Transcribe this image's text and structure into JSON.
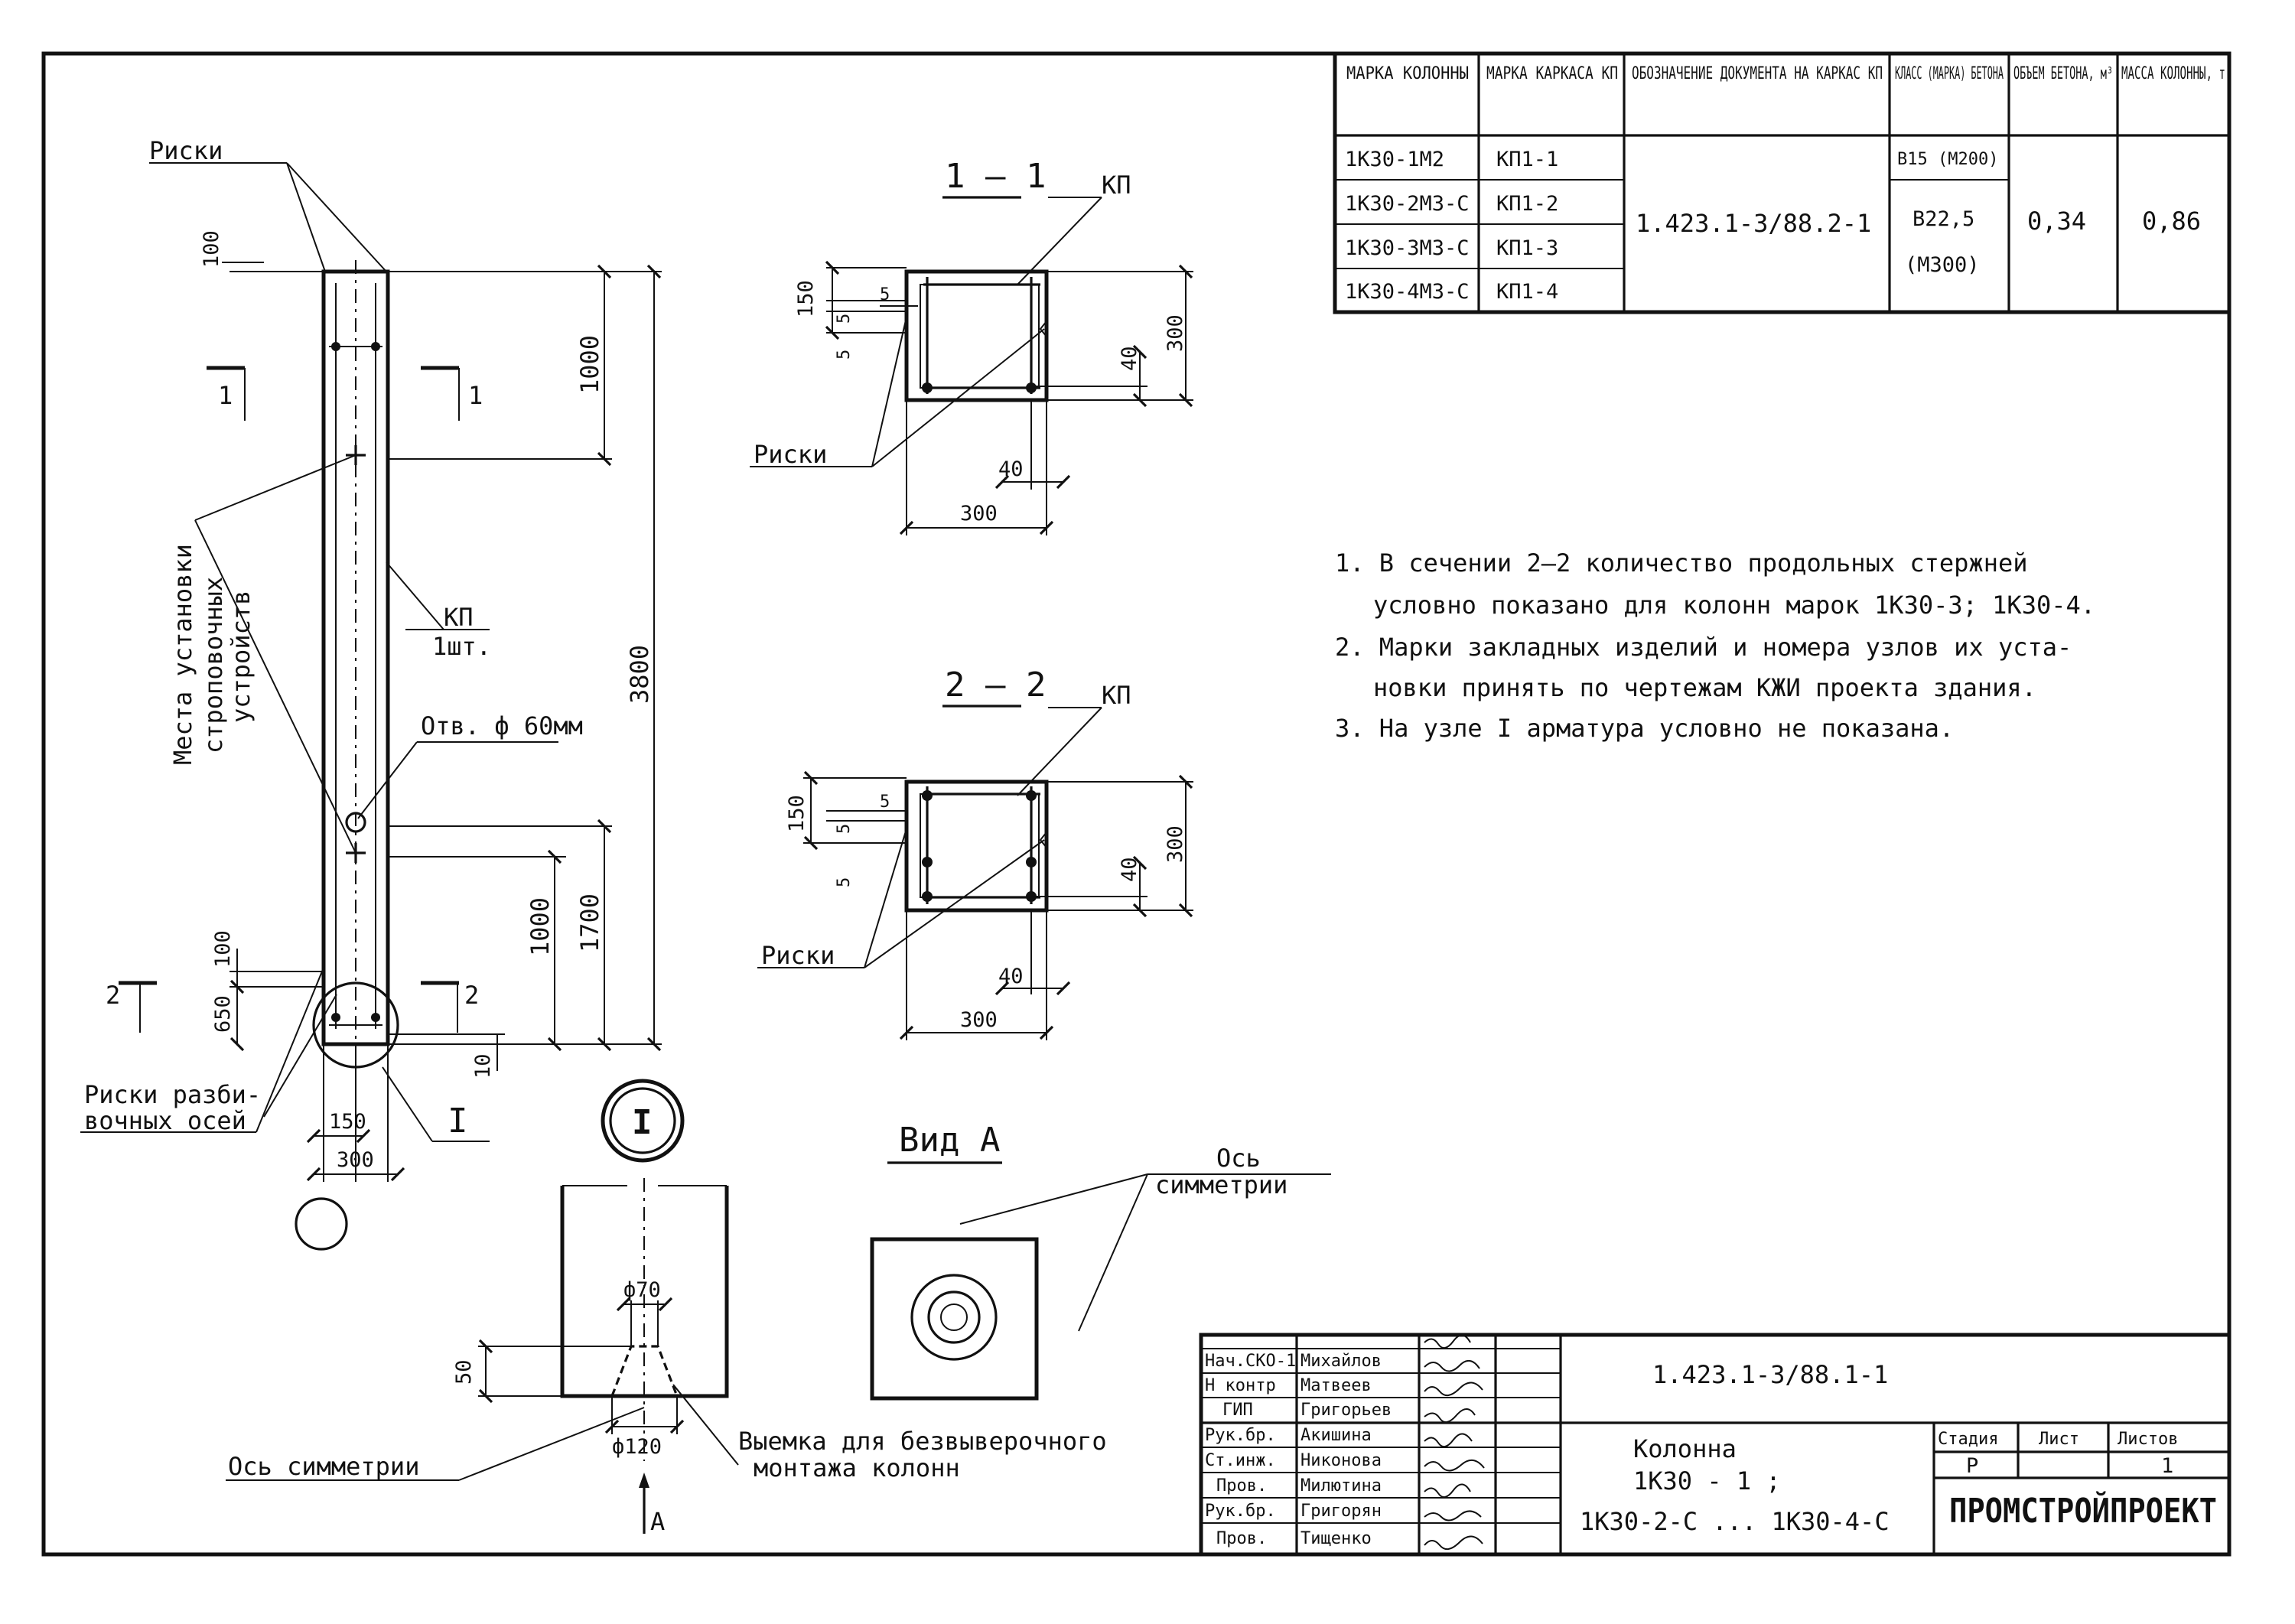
{
  "spec_table": {
    "headers": [
      "МАРКА КОЛОННЫ",
      "МАРКА КАРКАСА КП",
      "ОБОЗНАЧЕНИЕ ДОКУМЕНТА НА КАРКАС КП",
      "КЛАСС (МАРКА) БЕТОНА",
      "ОБЪЕМ БЕТОНА, м³",
      "МАССА КОЛОННЫ, т"
    ],
    "rows": [
      {
        "column": "1К30-1М2",
        "frame": "КП1-1"
      },
      {
        "column": "1К30-2М3-С",
        "frame": "КП1-2"
      },
      {
        "column": "1К30-3М3-С",
        "frame": "КП1-3"
      },
      {
        "column": "1К30-4М3-С",
        "frame": "КП1-4"
      }
    ],
    "document": "1.423.1-3/88.2-1",
    "concrete_1": "В15 (М200)",
    "concrete_2a": "В22,5",
    "concrete_2b": "(М300)",
    "volume": "0,34",
    "mass": "0,86"
  },
  "notes": [
    "1. В сечении 2–2 количество продольных стержней",
    "условно показано для колонн марок 1К30-3; 1К30-4.",
    "2. Марки закладных изделий и номера узлов их уста-",
    "новки принять по чертежам КЖИ проекта здания.",
    "3. На узле I арматура условно не показана."
  ],
  "elevation": {
    "label_risks": "Риски",
    "label_kp": "КП",
    "label_kp_qty": "1шт.",
    "label_hole": "Отв. ф 60мм",
    "label_sling": [
      "Места установки",
      "строповочных",
      "устройств"
    ],
    "label_axes": [
      "Риски разби-",
      "вочных осей"
    ],
    "dims": [
      "100",
      "1000",
      "3800",
      "1000",
      "1700",
      "100",
      "650",
      "10",
      "150",
      "300"
    ],
    "cut_1": "1",
    "cut_2": "2",
    "node": "I"
  },
  "section_1": {
    "title": "1 – 1",
    "kp": "КП",
    "risks": "Риски",
    "dims": [
      "150",
      "5",
      "5",
      "5",
      "40",
      "300",
      "40",
      "300"
    ]
  },
  "section_2": {
    "title": "2 – 2",
    "kp": "КП",
    "risks": "Риски",
    "dims": [
      "150",
      "5",
      "5",
      "5",
      "40",
      "300",
      "40",
      "300"
    ]
  },
  "node_detail": {
    "label": "I",
    "d_top": "ф70",
    "d_bottom": "ф120",
    "depth": "50",
    "axis": "Ось симметрии",
    "notch": [
      "Выемка для безвыверочного",
      "монтажа колонн"
    ],
    "view_arrow": "А"
  },
  "view_a": {
    "title": "Вид А",
    "axis": [
      "Ось",
      "симметрии"
    ]
  },
  "title_block": {
    "roles": [
      {
        "role": "Нач.СКО-1",
        "name": "Михайлов"
      },
      {
        "role": "Н контр",
        "name": "Матвеев"
      },
      {
        "role": "ГИП",
        "name": "Григорьев"
      },
      {
        "role": "Рук.бр.",
        "name": "Акишина"
      },
      {
        "role": "Ст.инж.",
        "name": "Никонова"
      },
      {
        "role": "Пров.",
        "name": "Милютина"
      },
      {
        "role": "Рук.бр.",
        "name": "Григорян"
      },
      {
        "role": "Пров.",
        "name": "Тищенко"
      }
    ],
    "code": "1.423.1-3/88.1-1",
    "title_1": "Колонна",
    "title_2": "1К30 - 1 ;",
    "title_3": "1К30-2-С ... 1К30-4-С",
    "stage_h": "Стадия",
    "sheet_h": "Лист",
    "sheets_h": "Листов",
    "stage": "Р",
    "sheet": "",
    "sheets": "1",
    "org": "ПРОМСТРОЙПРОЕКТ"
  }
}
